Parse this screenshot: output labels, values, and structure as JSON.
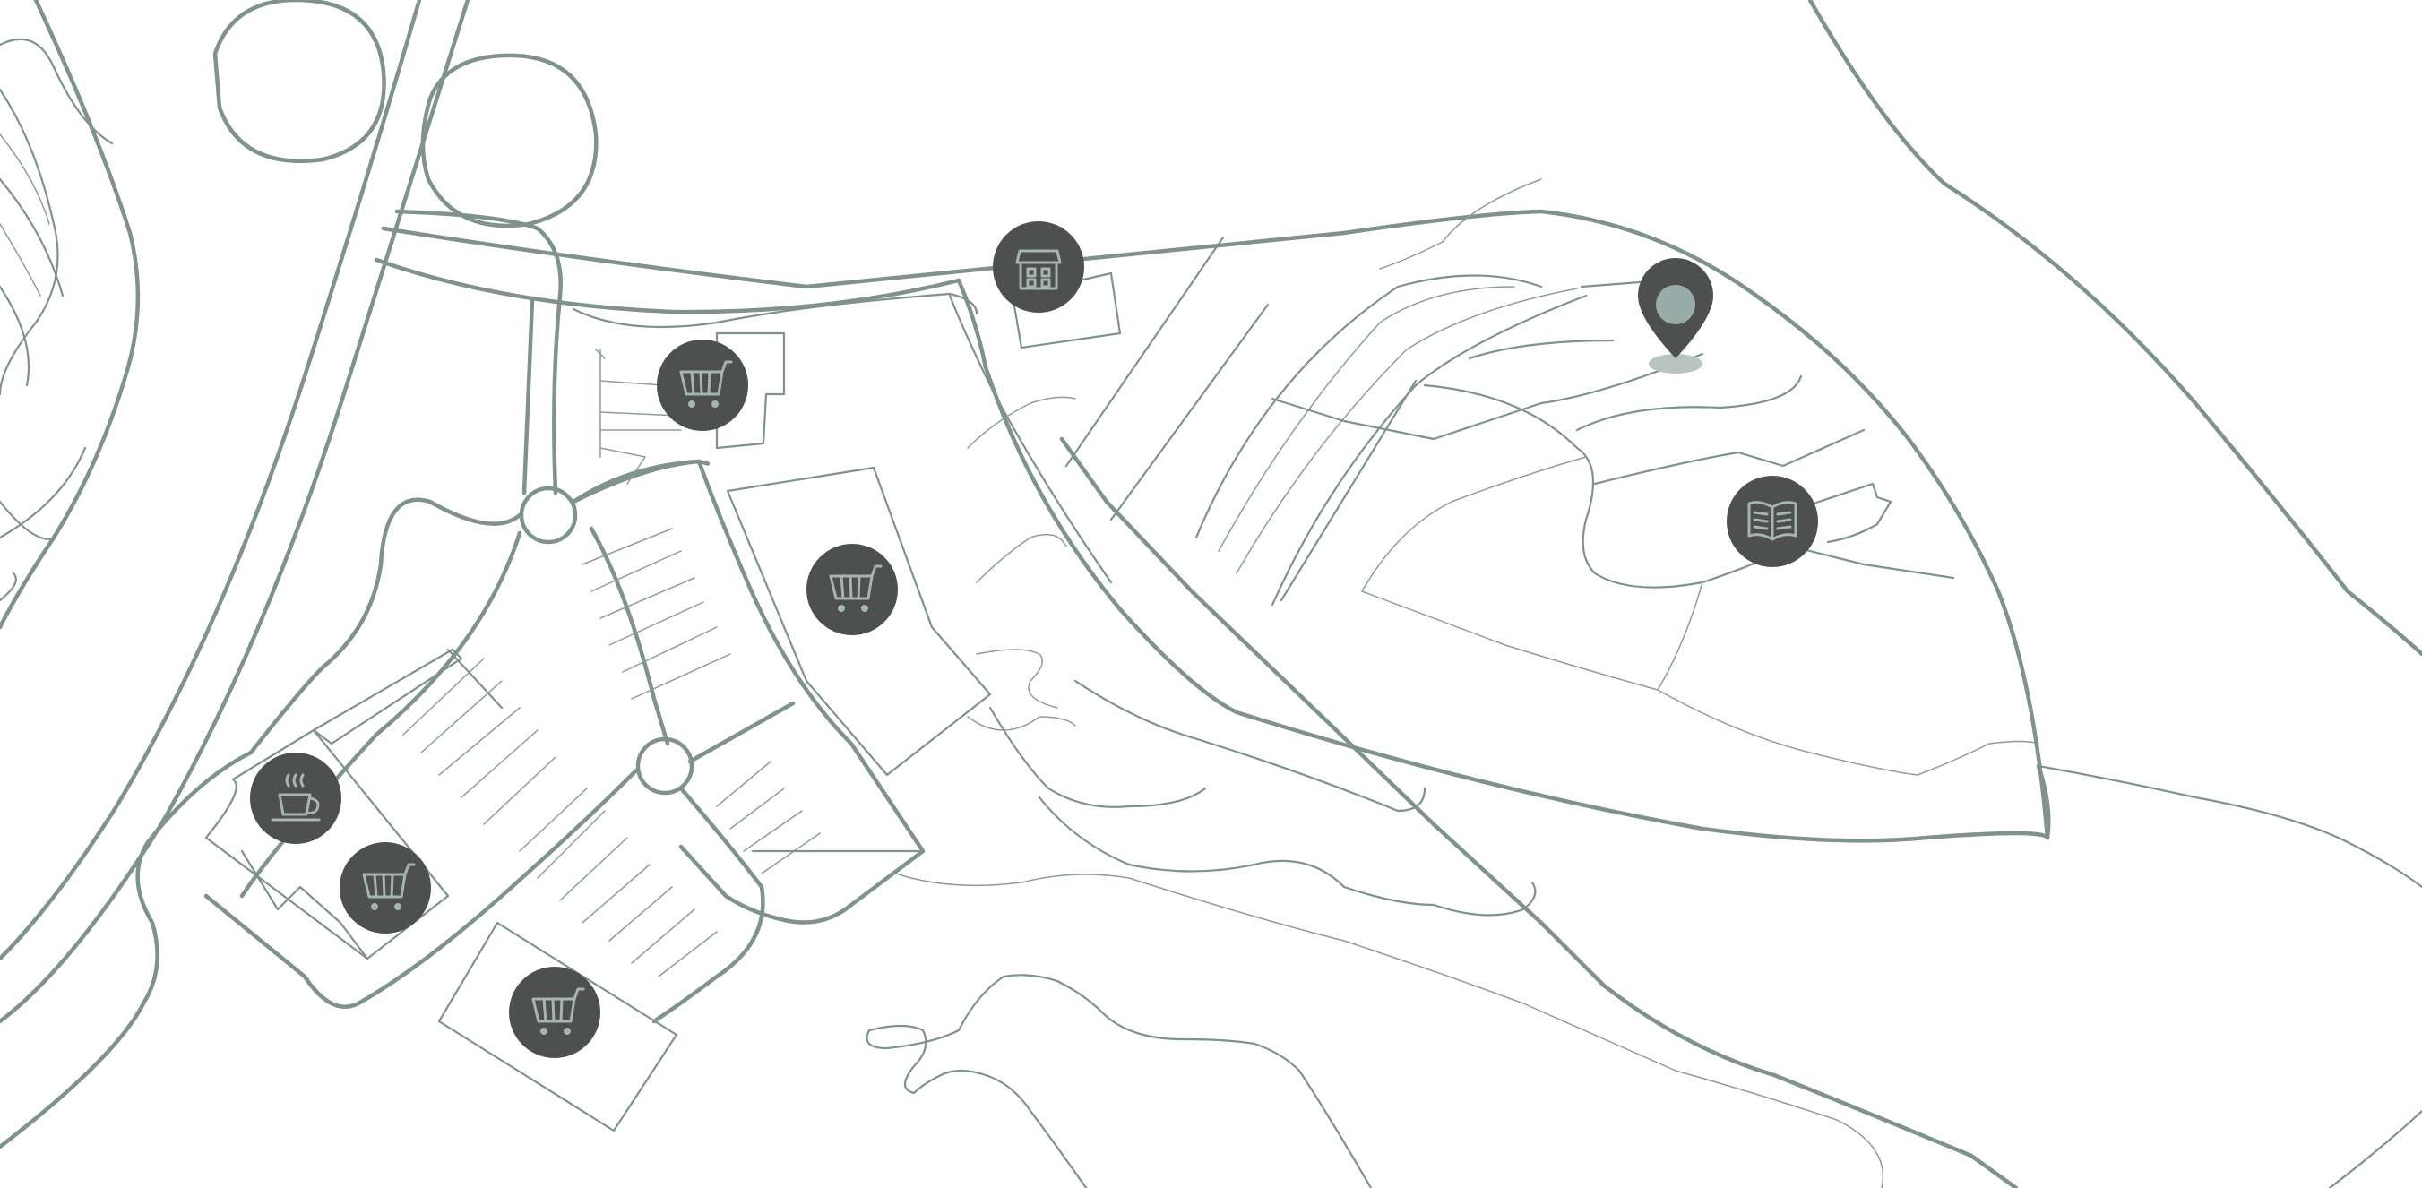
{
  "map": {
    "background": "#ffffff",
    "line_color": "#7f928d",
    "marker_color": "#4e4f4f",
    "icon_color": "#a5b5b0"
  },
  "pois": [
    {
      "id": "poi-shop-store",
      "icon": "storefront-icon"
    },
    {
      "id": "poi-cart-1",
      "icon": "shopping-cart-icon"
    },
    {
      "id": "poi-cart-2",
      "icon": "shopping-cart-icon"
    },
    {
      "id": "poi-cafe",
      "icon": "coffee-cup-icon"
    },
    {
      "id": "poi-cart-3",
      "icon": "shopping-cart-icon"
    },
    {
      "id": "poi-cart-4",
      "icon": "shopping-cart-icon"
    },
    {
      "id": "poi-library",
      "icon": "open-book-icon"
    }
  ],
  "pin": {
    "icon": "location-pin-icon"
  }
}
